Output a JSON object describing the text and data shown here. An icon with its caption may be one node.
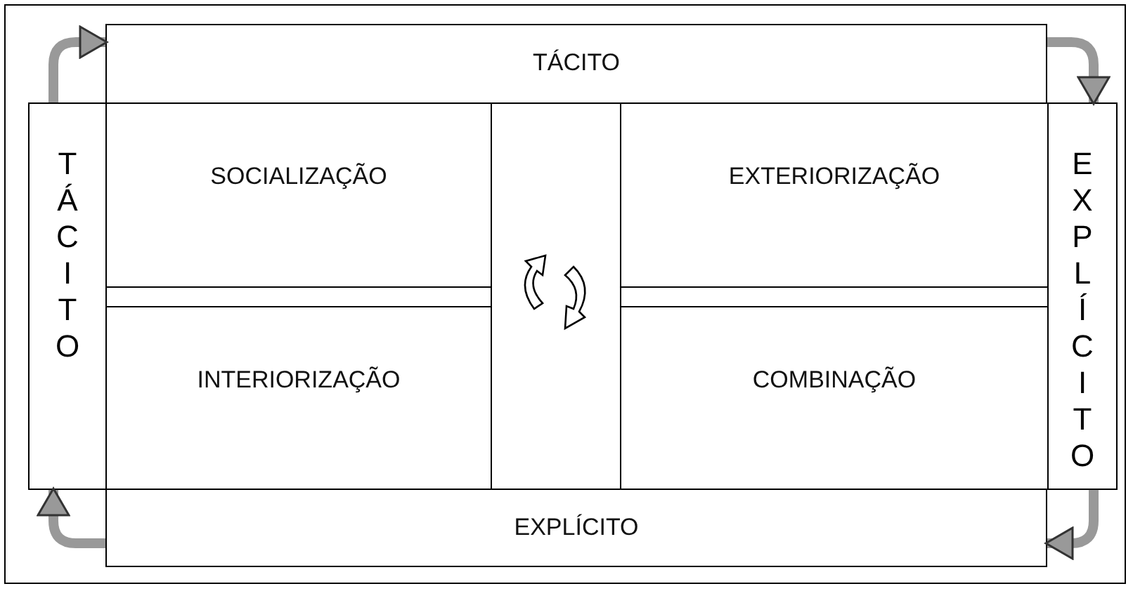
{
  "diagram": {
    "nodes": [
      {
        "text": [
          "TÁCITO"
        ]
      },
      {
        "text": [
          "TÁCITO"
        ]
      },
      {
        "text": [
          "SOCIALIZAÇÃO"
        ]
      },
      {
        "text": [],
        "shape": "box"
      },
      {
        "text": [
          "EXTERIORIZAÇÃO"
        ]
      },
      {
        "text": [
          "EXPLÍCITO"
        ]
      },
      {
        "text": [
          "INTERIORIZAÇÃO"
        ]
      },
      {
        "text": [
          "COMBINAÇÃO"
        ]
      },
      {
        "text": [
          "EXPLÍCITO"
        ]
      }
    ],
    "edges": [
      {
        "from": 1,
        "to": 0,
        "arrow": "to"
      },
      {
        "from": 0,
        "to": 5,
        "arrow": "to"
      },
      {
        "from": 5,
        "to": 8,
        "arrow": "to"
      },
      {
        "from": 8,
        "to": 1,
        "arrow": "to"
      }
    ]
  }
}
